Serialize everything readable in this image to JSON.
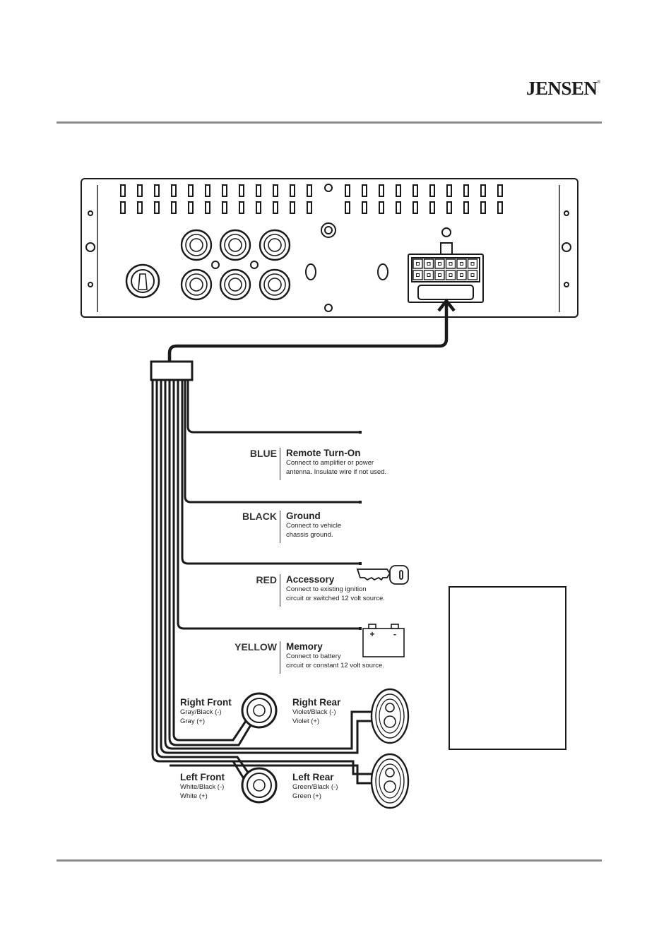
{
  "header": {
    "brand": "JENSEN",
    "trademark": "®"
  },
  "wires": [
    {
      "color": "BLUE",
      "title": "Remote Turn-On",
      "desc": [
        "Connect to amplifier or power",
        "antenna. Insulate wire if not used."
      ]
    },
    {
      "color": "BLACK",
      "title": "Ground",
      "desc": [
        "Connect to vehicle",
        "chassis ground."
      ]
    },
    {
      "color": "RED",
      "title": "Accessory",
      "desc": [
        "Connect to existing ignition",
        "circuit or switched 12 volt source."
      ]
    },
    {
      "color": "YELLOW",
      "title": "Memory",
      "desc": [
        "Connect to battery",
        "circuit or constant 12 volt source."
      ]
    }
  ],
  "speakers": [
    {
      "title": "Right Front",
      "neg": "Gray/Black (-)",
      "pos": "Gray (+)"
    },
    {
      "title": "Right Rear",
      "neg": "Violet/Black (-)",
      "pos": "Violet (+)"
    },
    {
      "title": "Left Front",
      "neg": "White/Black (-)",
      "pos": "White (+)"
    },
    {
      "title": "Left Rear",
      "neg": "Green/Black (-)",
      "pos": "Green (+)"
    }
  ],
  "battery": {
    "plus": "+",
    "minus": "-"
  }
}
